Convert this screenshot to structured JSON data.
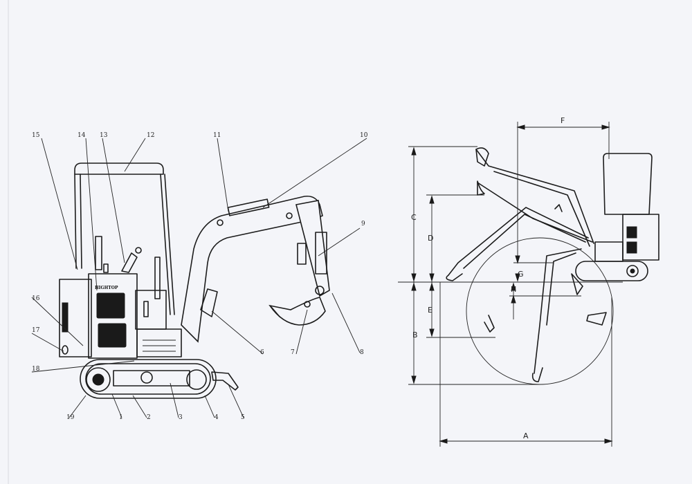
{
  "side_view": {
    "brand_text": "HIGHTOP",
    "part_numbers": [
      "1",
      "2",
      "3",
      "4",
      "5",
      "6",
      "7",
      "8",
      "9",
      "10",
      "11",
      "12",
      "13",
      "14",
      "15",
      "16",
      "17",
      "18",
      "19"
    ]
  },
  "working_range": {
    "dimension_letters": [
      "A",
      "B",
      "C",
      "D",
      "E",
      "F",
      "G",
      "H"
    ]
  }
}
